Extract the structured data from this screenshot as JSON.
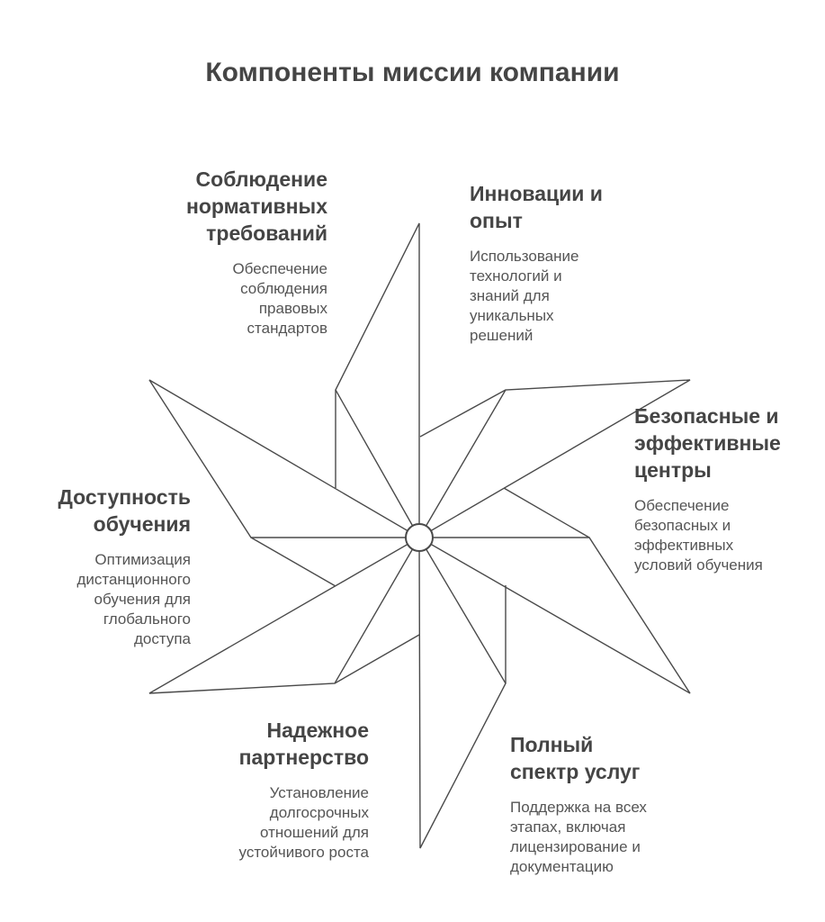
{
  "title": "Компоненты миссии компании",
  "components": [
    {
      "heading": "Соблюдение\nнормативных\nтребований",
      "description": "Обеспечение\nсоблюдения\nправовых\nстандартов"
    },
    {
      "heading": "Инновации и\nопыт",
      "description": "Использование\nтехнологий и\nзнаний для\nуникальных\nрешений"
    },
    {
      "heading": "Безопасные и\nэффективные\nцентры",
      "description": "Обеспечение\nбезопасных и\nэффективных\nусловий обучения"
    },
    {
      "heading": "Доступность\nобучения",
      "description": "Оптимизация\nдистанционного\nобучения для\nглобального\nдоступа"
    },
    {
      "heading": "Надежное\nпартнерство",
      "description": "Установление\nдолгосрочных\nотношений для\nустойчивого роста"
    },
    {
      "heading": "Полный\nспектр услуг",
      "description": "Поддержка на всех\nэтапах, включая\nлицензирование и\nдокументацию"
    }
  ],
  "colors": {
    "stroke": "#4a4a4a",
    "text": "#454545",
    "background": "#ffffff"
  }
}
